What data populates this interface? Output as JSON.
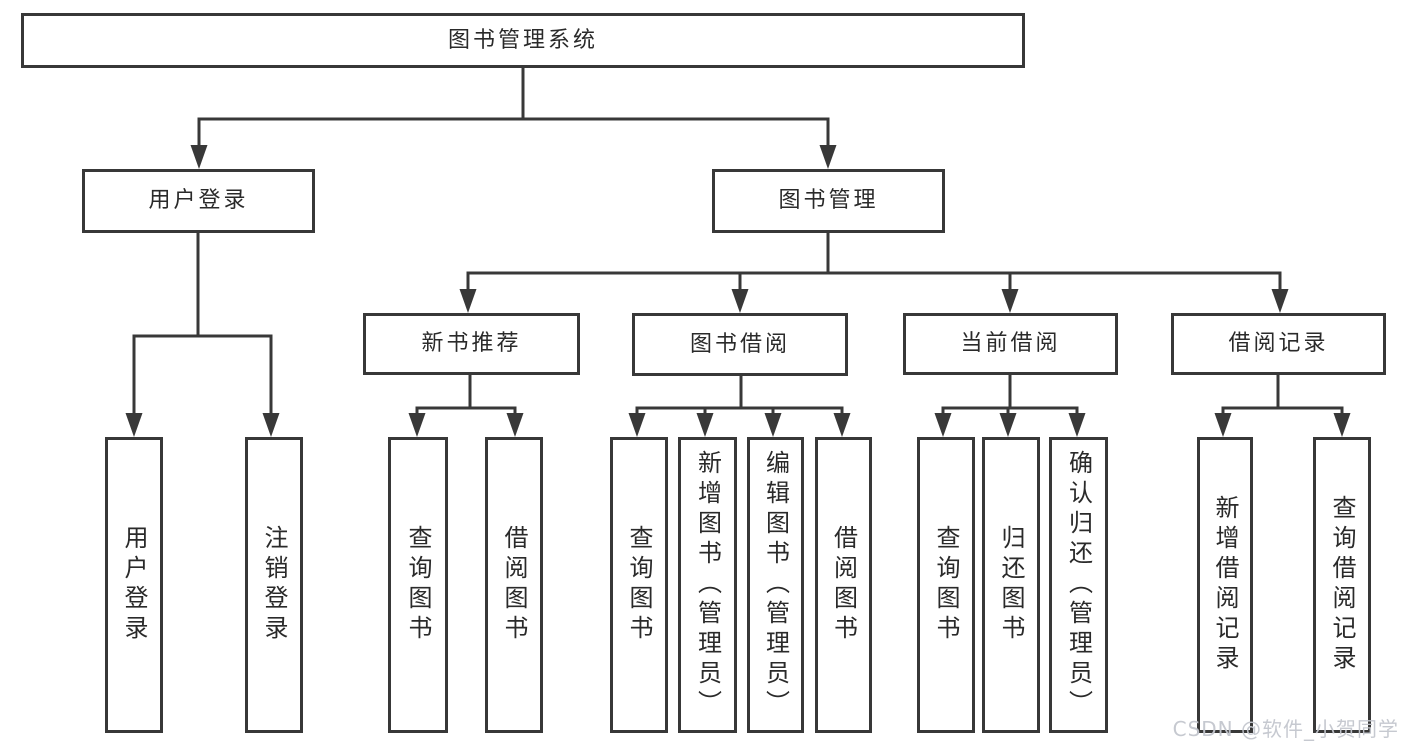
{
  "diagram": {
    "nodes": {
      "root": "图书管理系统",
      "userLogin": "用户登录",
      "bookManagement": "图书管理",
      "newBookRecommend": "新书推荐",
      "bookBorrowing": "图书借阅",
      "currentBorrowing": "当前借阅",
      "borrowingRecords": "借阅记录",
      "leafUserLogin": "用户登录",
      "leafLogout": "注销登录",
      "leafQueryBooks1": "查询图书",
      "leafBorrowBooks1": "借阅图书",
      "leafQueryBooks2": "查询图书",
      "leafAddBooks": "新增图书（管理员）",
      "leafEditBooks": "编辑图书（管理员）",
      "leafBorrowBooks2": "借阅图书",
      "leafQueryBooks3": "查询图书",
      "leafReturnBooks": "归还图书",
      "leafConfirmReturn": "确认归还（管理员）",
      "leafAddBorrowRecord": "新增借阅记录",
      "leafQueryBorrowRecord": "查询借阅记录"
    },
    "colors": {
      "line": "#383838",
      "text": "#2a2a2a",
      "background": "#ffffff",
      "watermark": "#c3c6cd"
    },
    "watermark": "CSDN @软件_小贺同学"
  }
}
